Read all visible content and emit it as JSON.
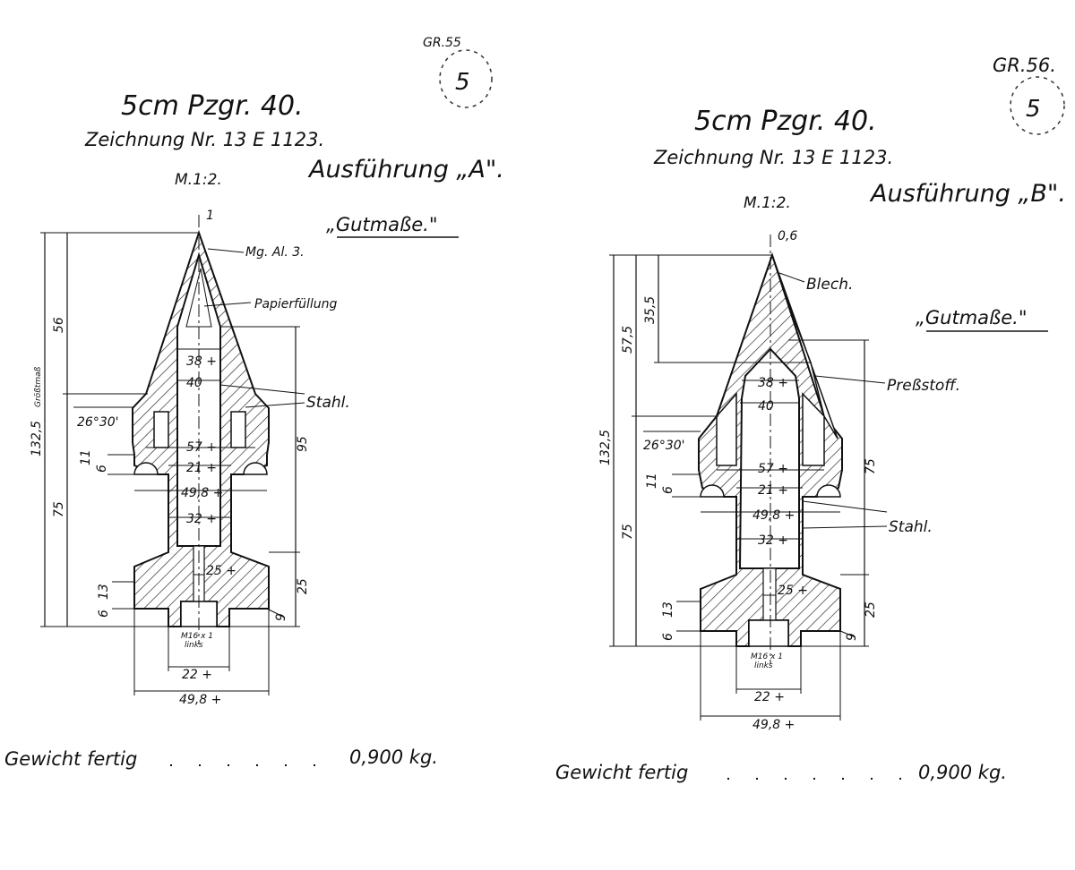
{
  "sheets": [
    {
      "id": "a",
      "page_ref": "GR.55",
      "stamp": "5",
      "title": "5cm Pzgr. 40.",
      "drawing_no": "Zeichnung Nr. 13 E 1123.",
      "scale": "M.1:2.",
      "variant": "Ausführung „A\".",
      "dims_note": "„Gutmaße.\"",
      "labels": {
        "material_tip": "Mg. Al. 3.",
        "filler": "Papierfüllung",
        "body": "Stahl."
      },
      "dims": {
        "tip": "1",
        "total": "132,5",
        "max_size": "Größtmaß",
        "upper": "56",
        "lower": "75",
        "angle": "26°30'",
        "d38": "38 +",
        "d40": "40",
        "d57": "57 +",
        "d21": "21 +",
        "d498": "49,8 +",
        "d32": "32 +",
        "d25": "25 +",
        "h95": "95",
        "h25": "25",
        "h9": "9",
        "h11": "11",
        "h6a": "6",
        "h13": "13",
        "h6b": "6",
        "thread": "M16 x 1",
        "thread_dir": "links",
        "d22": "22 +",
        "d498b": "49,8 +"
      },
      "weight_label": "Gewicht fertig",
      "weight_value": "0,900 kg."
    },
    {
      "id": "b",
      "page_ref": "GR.56.",
      "stamp": "5",
      "title": "5cm Pzgr. 40.",
      "drawing_no": "Zeichnung Nr. 13 E 1123.",
      "scale": "M.1:2.",
      "variant": "Ausführung „B\".",
      "dims_note": "„Gutmaße.\"",
      "labels": {
        "material_tip": "Blech.",
        "filler": "Preßstoff.",
        "body": "Stahl."
      },
      "dims": {
        "tip": "0,6",
        "total": "132,5",
        "upper_outer": "57,5",
        "upper_inner": "35,5",
        "lower": "75",
        "angle": "26°30'",
        "d38": "38 +",
        "d40": "40",
        "d57": "57 +",
        "d21": "21 +",
        "d498": "49,8 +",
        "d32": "32 +",
        "d25": "25 +",
        "h75": "75",
        "h25": "25",
        "h9": "9",
        "h11": "11",
        "h6a": "6",
        "h13": "13",
        "h6b": "6",
        "thread": "M16 x 1",
        "thread_dir": "links",
        "d22": "22 +",
        "d498b": "49,8 +"
      },
      "weight_label": "Gewicht fertig",
      "weight_value": "0,900 kg."
    }
  ],
  "colors": {
    "ink": "#111111",
    "paper": "#ffffff"
  }
}
